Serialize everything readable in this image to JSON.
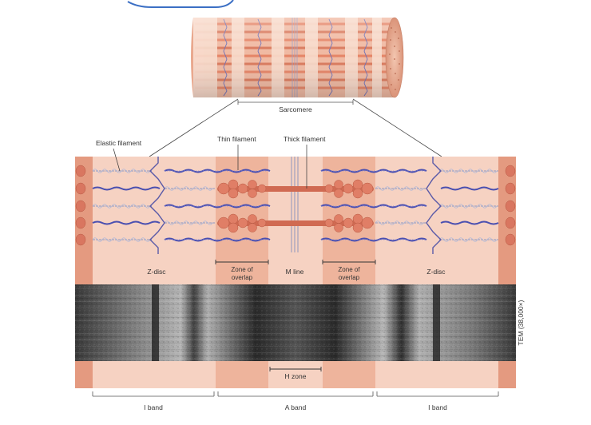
{
  "labels": {
    "sarcomere": "Sarcomere",
    "elastic_filament": "Elastic filament",
    "thin_filament": "Thin filament",
    "thick_filament": "Thick filament",
    "z_disc_left": "Z-disc",
    "z_disc_right": "Z-disc",
    "zone_of_overlap_left_1": "Zone of",
    "zone_of_overlap_left_2": "overlap",
    "zone_of_overlap_right_1": "Zone of",
    "zone_of_overlap_right_2": "overlap",
    "m_line": "M line",
    "h_zone": "H zone",
    "i_band_left": "I band",
    "a_band": "A band",
    "i_band_right": "I band",
    "tem": "TEM (38,000×)"
  },
  "colors": {
    "band_light": "#f6d2c2",
    "band_mid": "#eeb49c",
    "band_dark": "#e49a80",
    "thin_filament": "#4a4fb0",
    "myosin": "#d06a52",
    "elastic": "#9aa4c8",
    "zdisc": "#5a5aa8"
  }
}
